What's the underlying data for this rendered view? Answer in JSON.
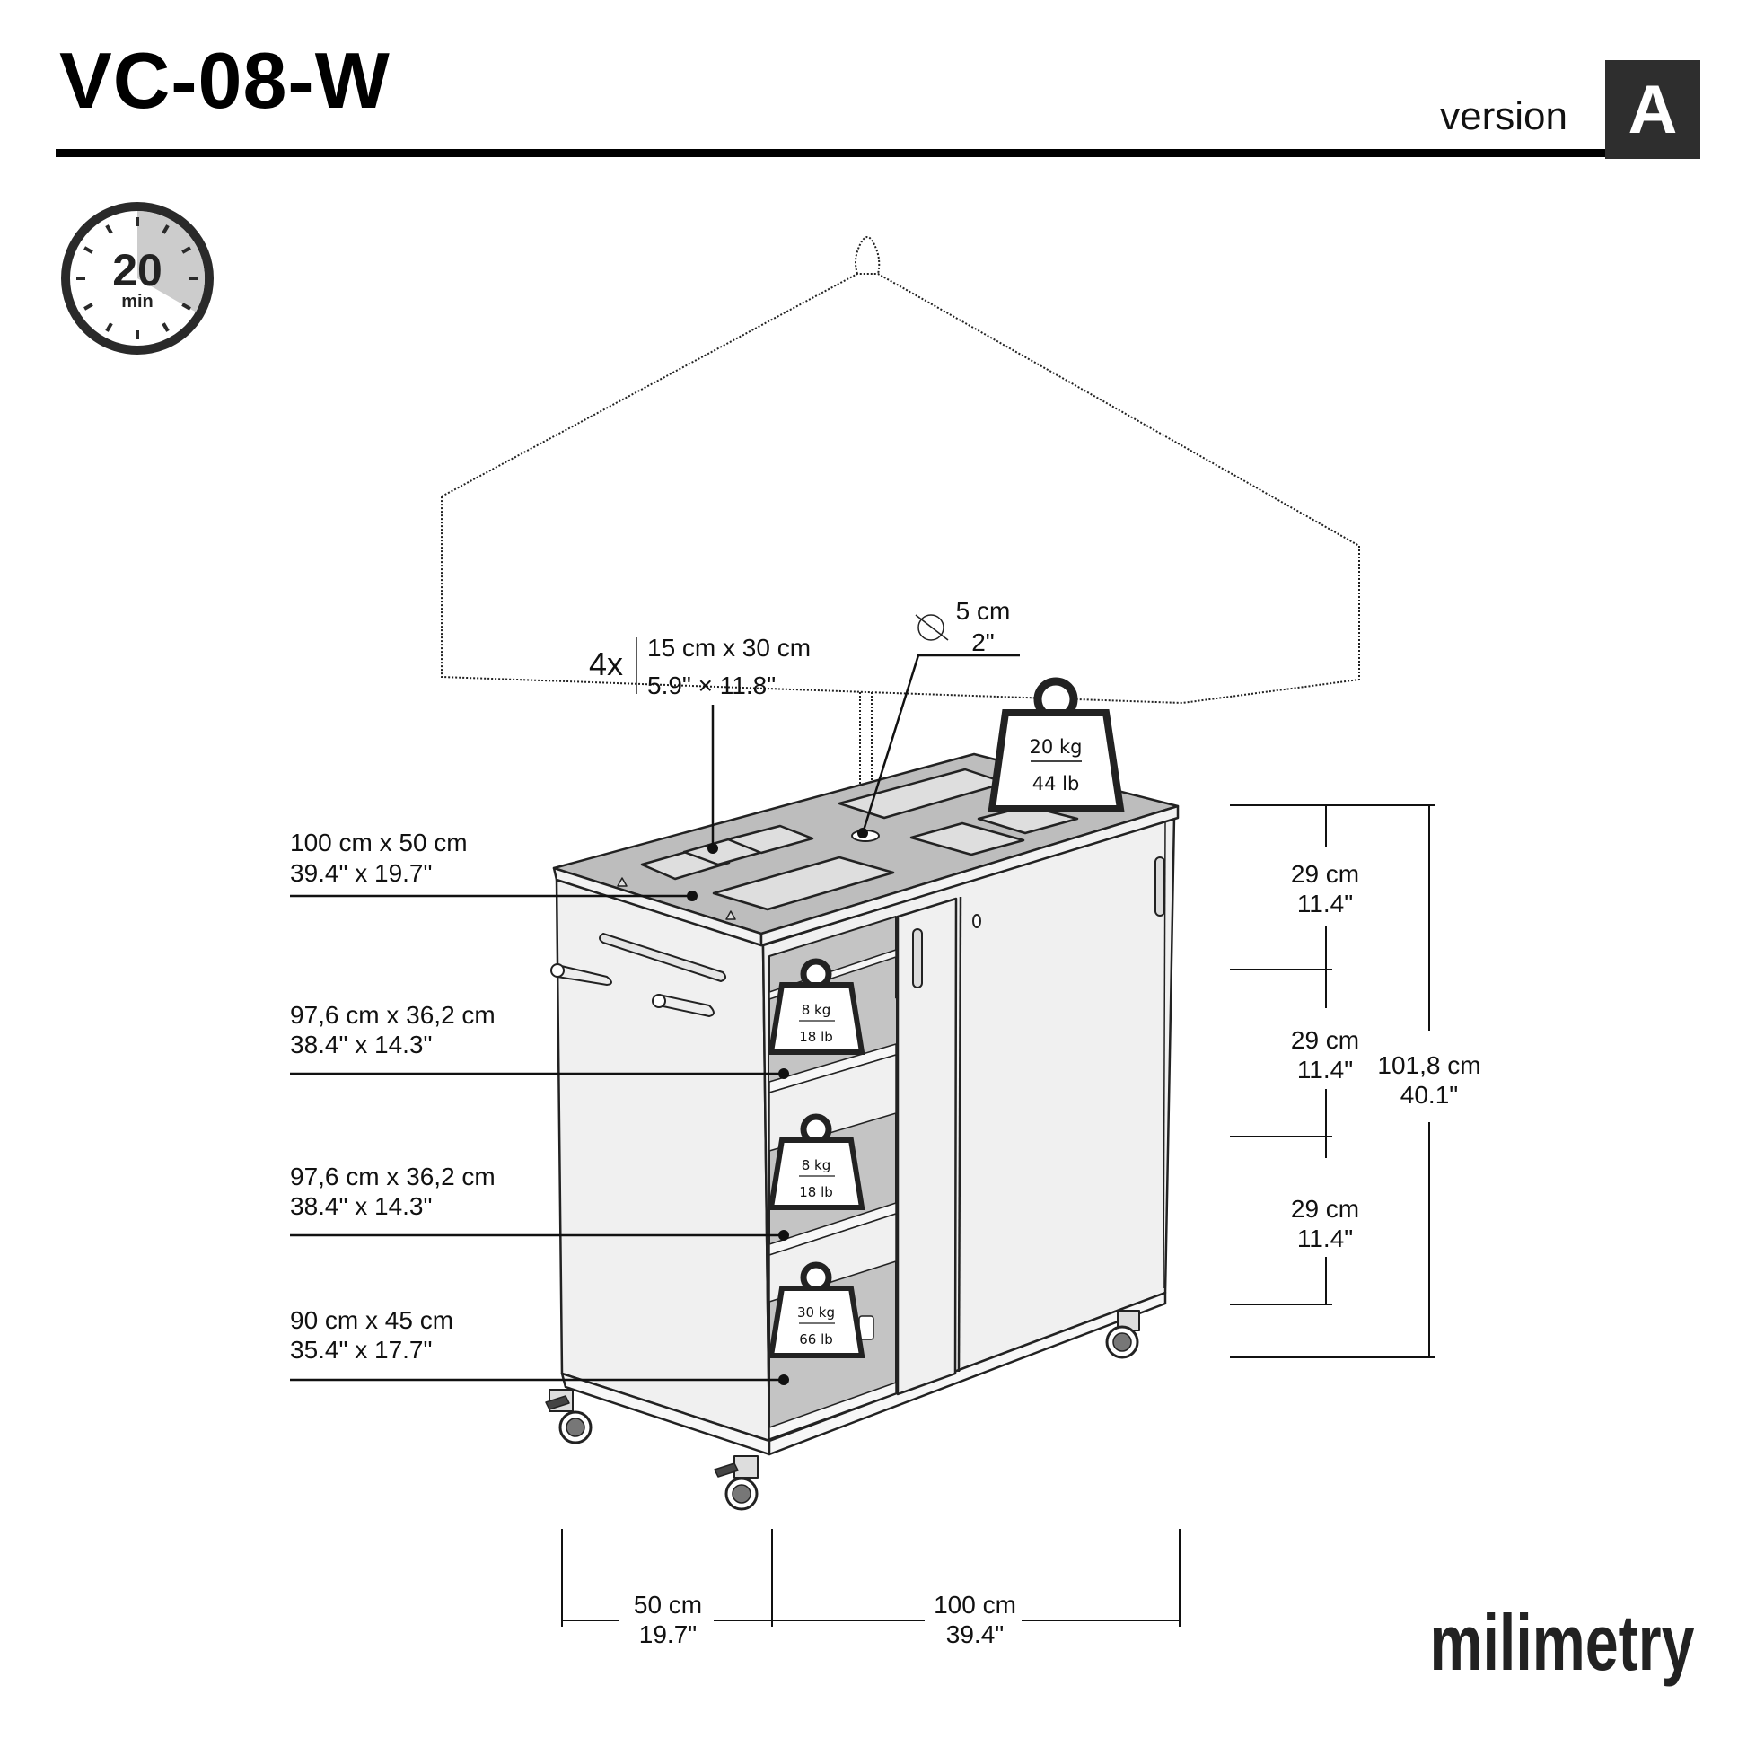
{
  "header": {
    "title": "VC-08-W",
    "version_label": "version",
    "version_value": "A"
  },
  "timer": {
    "value": "20",
    "unit": "min",
    "fraction_filled": 0.3333
  },
  "callouts": {
    "containers": {
      "count": "4x",
      "metric": "15 cm x 30 cm",
      "imperial": "5.9\" × 11.8\""
    },
    "umbrella_hole": {
      "metric": "5 cm",
      "imperial": "2\""
    },
    "top_load": {
      "metric": "20 kg",
      "imperial": "44 lb"
    },
    "shelf_1_load": {
      "metric": "8 kg",
      "imperial": "18 lb"
    },
    "shelf_2_load": {
      "metric": "8 kg",
      "imperial": "18 lb"
    },
    "bottom_load": {
      "metric": "30 kg",
      "imperial": "66 lb"
    }
  },
  "surfaces": [
    {
      "metric": "100 cm x 50 cm",
      "imperial": "39.4\" x 19.7\""
    },
    {
      "metric": "97,6 cm x 36,2 cm",
      "imperial": "38.4\" x 14.3\""
    },
    {
      "metric": "97,6 cm x 36,2 cm",
      "imperial": "38.4\" x 14.3\""
    },
    {
      "metric": "90 cm x 45 cm",
      "imperial": "35.4\" x 17.7\""
    }
  ],
  "heights": {
    "sections": [
      {
        "metric": "29 cm",
        "imperial": "11.4\""
      },
      {
        "metric": "29 cm",
        "imperial": "11.4\""
      },
      {
        "metric": "29 cm",
        "imperial": "11.4\""
      }
    ],
    "total": {
      "metric": "101,8 cm",
      "imperial": "40.1\""
    }
  },
  "footprint": {
    "depth": {
      "metric": "50 cm",
      "imperial": "19.7\""
    },
    "width": {
      "metric": "100 cm",
      "imperial": "39.4\""
    }
  },
  "brand": {
    "logo_text": "milimetry"
  },
  "colors": {
    "ink": "#111111",
    "panel": "#f0f0f0",
    "top_surface": "#bdbdbd",
    "shelf_shadow": "#c4c4c4",
    "version_box": "#2e2e2e",
    "timer_fill": "#cccccc"
  }
}
